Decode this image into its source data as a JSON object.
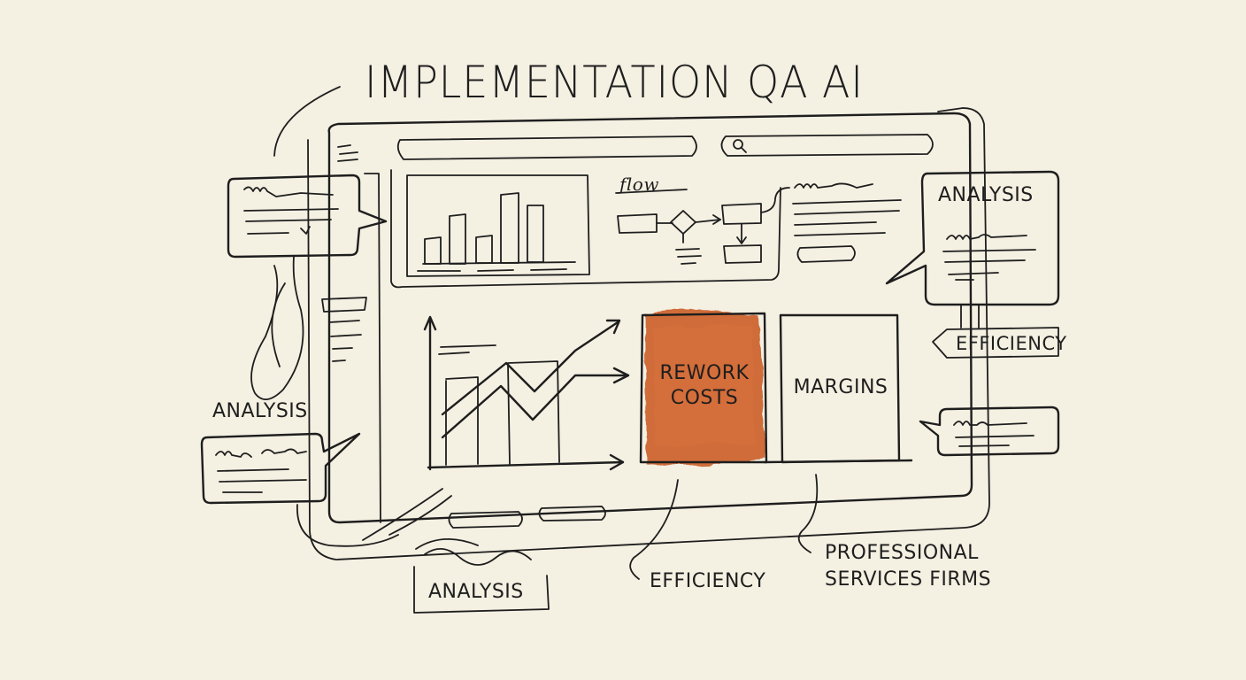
{
  "title": "IMPLEMENTATION QA AI",
  "flow_label": "flow",
  "boxes": {
    "highlight": "REWORK COSTS",
    "secondary": "MARGINS"
  },
  "callouts": {
    "analysis_top_right": "ANALYSIS",
    "analysis_left": "ANALYSIS",
    "analysis_bottom": "ANALYSIS",
    "efficiency_right": "EFFICIENCY",
    "efficiency_bottom": "EFFICIENCY",
    "professional_line1": "PROFESSIONAL",
    "professional_line2": "SERVICES FIRMS"
  },
  "colors": {
    "paper": "#f4f0e2",
    "ink": "#1e1e1e",
    "accent": "#c9551f"
  },
  "icons": [
    "hamburger-menu-icon",
    "search-icon"
  ]
}
